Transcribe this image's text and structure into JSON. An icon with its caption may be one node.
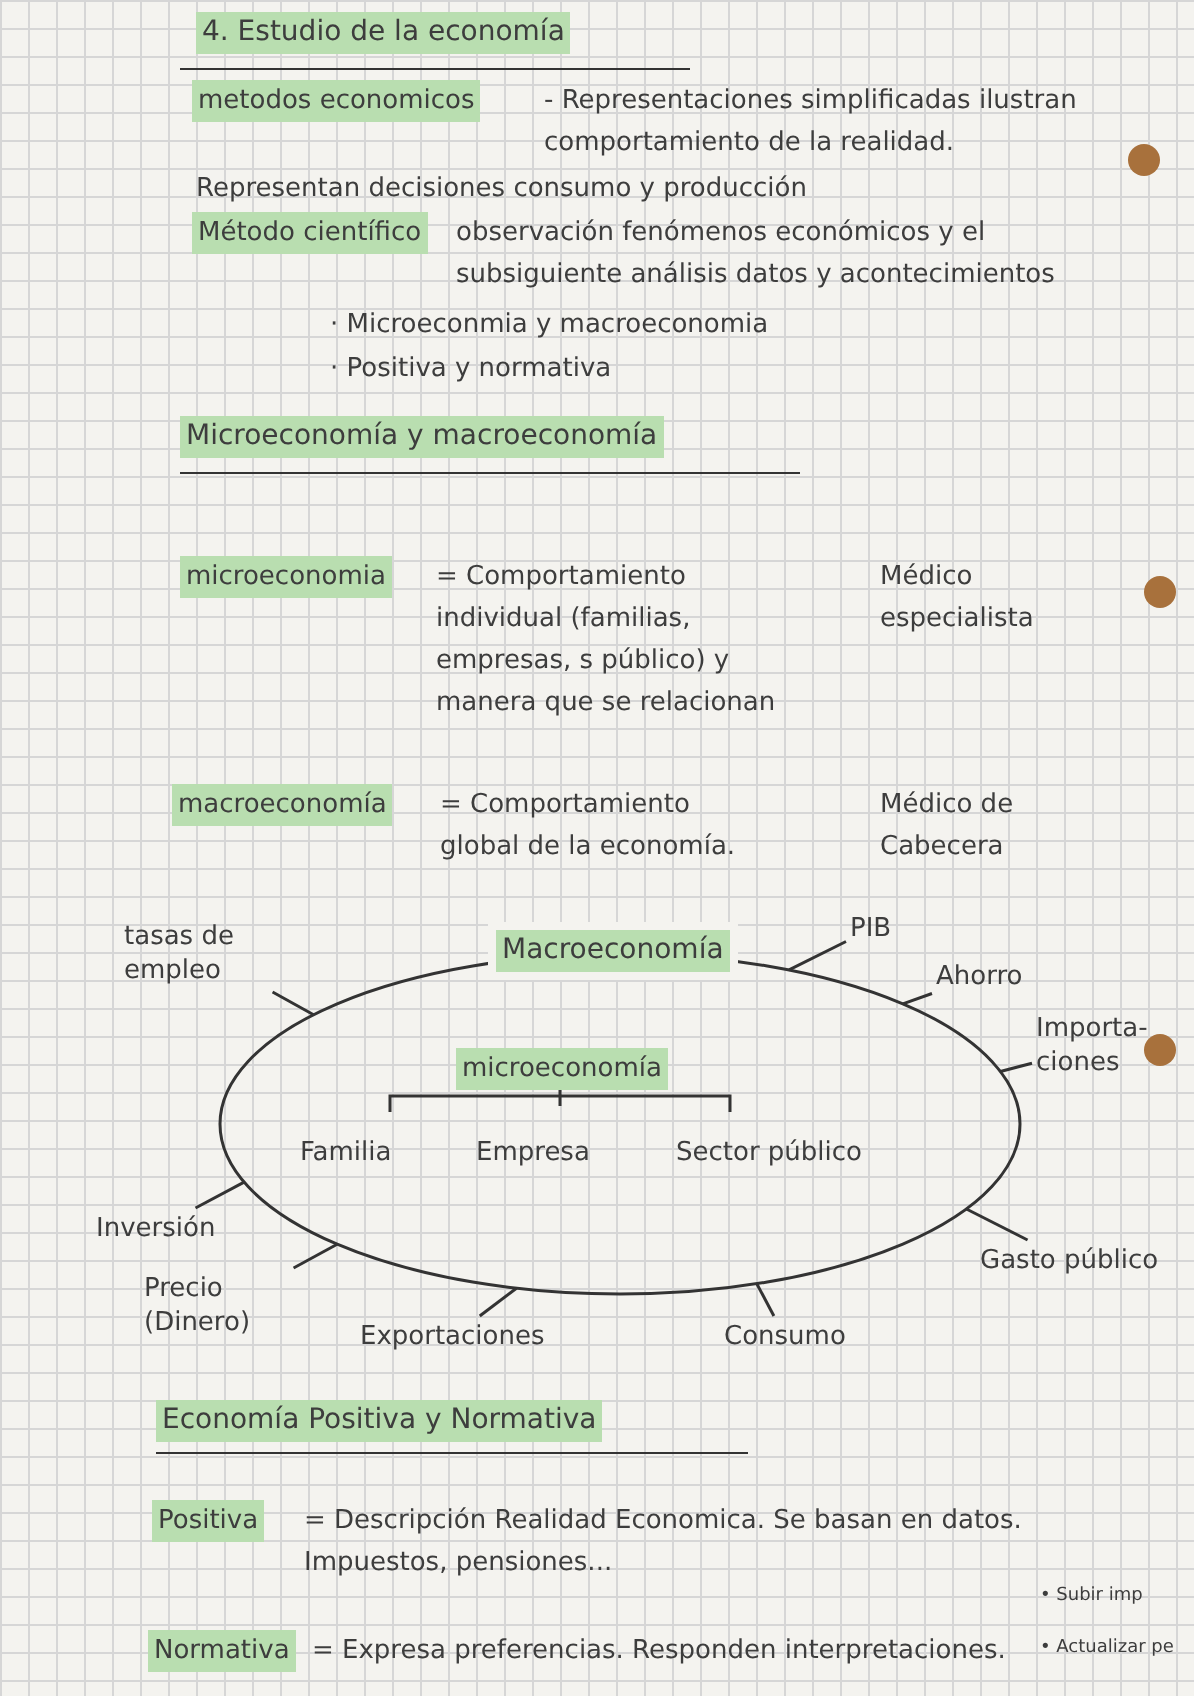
{
  "diagram": {
    "title": "4. Estudio de la economía",
    "nodes": [
      {
        "text": [
          "Macroeconomía"
        ]
      },
      {
        "text": [
          "tasas de empleo"
        ]
      },
      {
        "text": [
          "PIB"
        ]
      },
      {
        "text": [
          "Ahorro"
        ]
      },
      {
        "text": [
          "Importa- ciones"
        ]
      },
      {
        "text": [
          "Gasto público"
        ]
      },
      {
        "text": [
          "Consumo"
        ]
      },
      {
        "text": [
          "Exportaciones"
        ]
      },
      {
        "text": [
          "Precio (Dinero)"
        ]
      },
      {
        "text": [
          "Inversión"
        ]
      }
    ],
    "edges": [
      {
        "from": 1,
        "to": 0,
        "arrow": "none"
      },
      {
        "from": 2,
        "to": 0,
        "arrow": "none"
      },
      {
        "from": 3,
        "to": 0,
        "arrow": "none"
      },
      {
        "from": 4,
        "to": 0,
        "arrow": "none"
      },
      {
        "from": 5,
        "to": 0,
        "arrow": "none"
      },
      {
        "from": 6,
        "to": 0,
        "arrow": "none"
      },
      {
        "from": 7,
        "to": 0,
        "arrow": "none"
      },
      {
        "from": 8,
        "to": 0,
        "arrow": "none"
      },
      {
        "from": 9,
        "to": 0,
        "arrow": "none"
      }
    ],
    "labels": [
      "metodos economicos",
      "- Representaciones simplificadas ilustran comportamiento de la realidad.",
      "Representan decisiones consumo y producción",
      "Método científico",
      "observación fenómenos económicos y el subsiguiente análisis datos y acontecimientos",
      "· Microeconmia y macroeconomia",
      "· Positiva y normativa",
      "Microeconomía y macroeconomía",
      "microeconomia",
      "= Comportamiento individual (familias, empresas, s público) y manera que se relacionan",
      "Médico especialista",
      "macroeconomía",
      "= Comportamiento global de la economía.",
      "Médico de Cabecera",
      "microeconomía",
      "Familia",
      "Empresa",
      "Sector público",
      "Economía Positiva y Normativa",
      "Positiva",
      "= Descripción Realidad Economica. Se basan en datos. Impuestos, pensiones...",
      "• Subir imp",
      "Normativa",
      "= Expresa preferencias. Responden interpretaciones.",
      "• Actualizar pe"
    ]
  }
}
